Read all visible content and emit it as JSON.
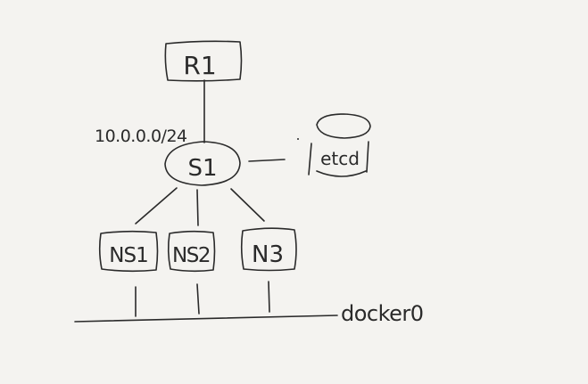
{
  "diagram": {
    "nodes": {
      "r1": "R1",
      "s1": "S1",
      "etcd": "etcd",
      "ns1": "NS1",
      "ns2": "NS2",
      "n3": "N3"
    },
    "subnet_label": "10.0.0.0/24",
    "bridge_label": "docker0"
  },
  "colors": {
    "background": "#f4f3f0",
    "ink": "#2a2a2a"
  }
}
